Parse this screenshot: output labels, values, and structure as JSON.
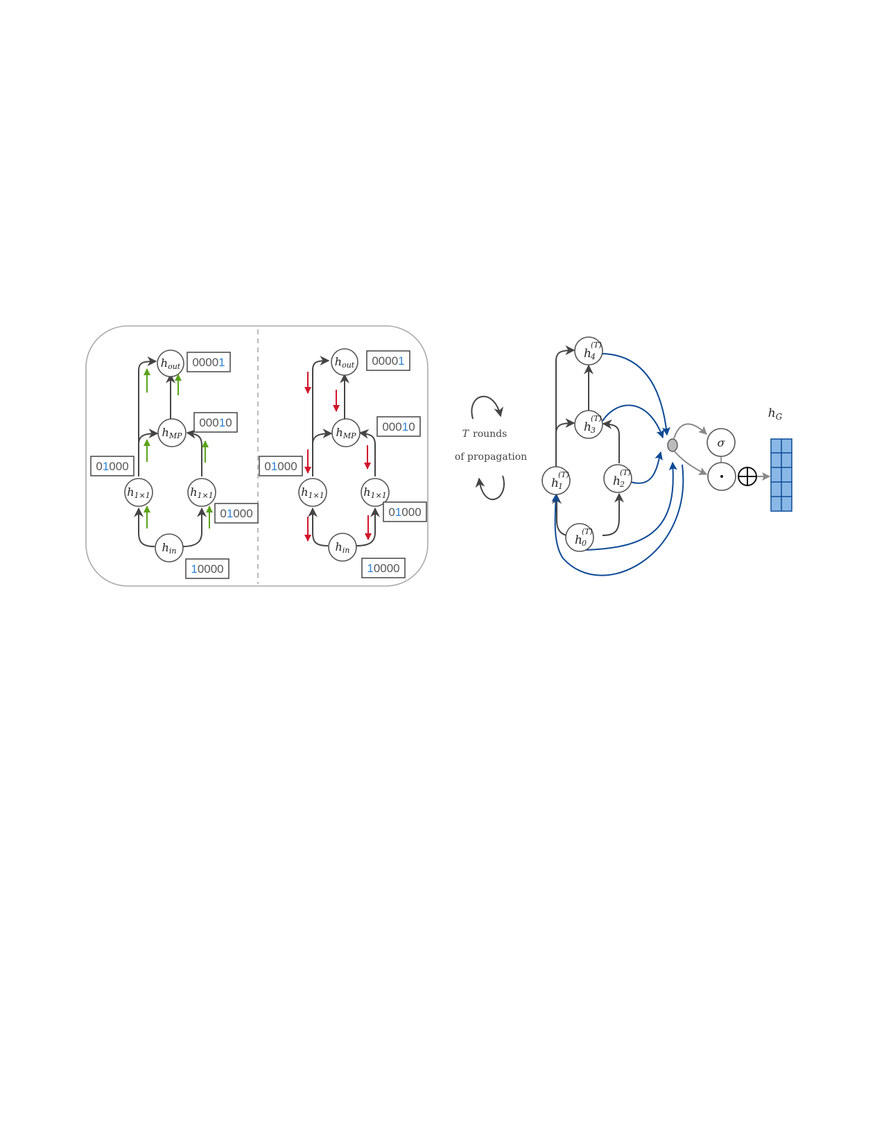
{
  "panel_left": {
    "nodes": {
      "out": {
        "base": "h",
        "sub": "out"
      },
      "mp": {
        "base": "h",
        "sub": "MP"
      },
      "c1": {
        "base": "h",
        "sub": "1×1"
      },
      "c2": {
        "base": "h",
        "sub": "1×1"
      },
      "in": {
        "base": "h",
        "sub": "in"
      }
    },
    "codes": {
      "out": {
        "pre": "0000",
        "hi": "1",
        "post": ""
      },
      "mp": {
        "pre": "000",
        "hi": "1",
        "post": "0"
      },
      "c1": {
        "pre": "0",
        "hi": "1",
        "post": "000"
      },
      "c2": {
        "pre": "0",
        "hi": "1",
        "post": "000"
      },
      "in": {
        "pre": "",
        "hi": "1",
        "post": "0000"
      }
    },
    "flow_color": "#5ba31b"
  },
  "panel_right": {
    "nodes": {
      "out": {
        "base": "h",
        "sub": "out"
      },
      "mp": {
        "base": "h",
        "sub": "MP"
      },
      "c1": {
        "base": "h",
        "sub": "1×1"
      },
      "c2": {
        "base": "h",
        "sub": "1×1"
      },
      "in": {
        "base": "h",
        "sub": "in"
      }
    },
    "codes": {
      "out": {
        "pre": "0000",
        "hi": "1",
        "post": ""
      },
      "mp": {
        "pre": "000",
        "hi": "1",
        "post": "0"
      },
      "c1": {
        "pre": "0",
        "hi": "1",
        "post": "000"
      },
      "c2": {
        "pre": "0",
        "hi": "1",
        "post": "000"
      },
      "in": {
        "pre": "",
        "hi": "1",
        "post": "0000"
      }
    },
    "flow_color": "#d0152b"
  },
  "propagation": {
    "var": "T",
    "line1": "rounds",
    "line2": "of propagation"
  },
  "graph": {
    "h4": {
      "base": "h",
      "sub": "4",
      "sup": "(T)"
    },
    "h3": {
      "base": "h",
      "sub": "3",
      "sup": "(T)"
    },
    "h1": {
      "base": "h",
      "sub": "1",
      "sup": "(T)"
    },
    "h2": {
      "base": "h",
      "sub": "2",
      "sup": "(T)"
    },
    "h0": {
      "base": "h",
      "sub": "0",
      "sup": "(T)"
    }
  },
  "readout": {
    "sigma": "σ",
    "dot": "•",
    "sum": "⊕",
    "output": {
      "base": "h",
      "sub": "G"
    }
  },
  "colors": {
    "accent_blue": "#0d4a95",
    "code_highlight": "#2a83d6",
    "vector_fill": "#8ab8e6"
  }
}
